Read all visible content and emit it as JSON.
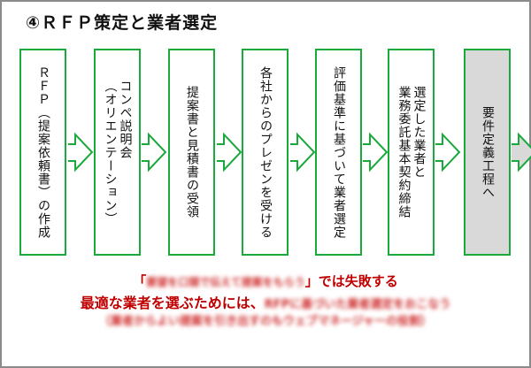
{
  "title": "④ＲＦＰ策定と業者選定",
  "steps": [
    {
      "label": "ＲＦＰ（提案依頼書）の作成"
    },
    {
      "label": "コンペ説明会\n（オリエンテーション）"
    },
    {
      "label": "提案書と見積書の受領"
    },
    {
      "label": "各社からのプレゼンを受ける"
    },
    {
      "label": "評価基準に基づいて業者選定"
    },
    {
      "label": "選定した業者と\n業務委託基本契約締結"
    },
    {
      "label": "要件定義工程へ"
    }
  ],
  "message": {
    "line1_open": "「",
    "line1_blurred": "要望を口頭で伝えて提案をもらう",
    "line1_rest": "」では失敗する",
    "line2_text": "最適な業者を選ぶためには、",
    "line2_blurred": "RFPに基づいた業者選定をおこなう",
    "line3_blurred": "（業者からよい提案を引き出すのもウェブマネージャーの役割）"
  },
  "colors": {
    "accent": "#1aaa3c",
    "message": "#c00000",
    "final_step_fill": "#d9d9d9"
  }
}
